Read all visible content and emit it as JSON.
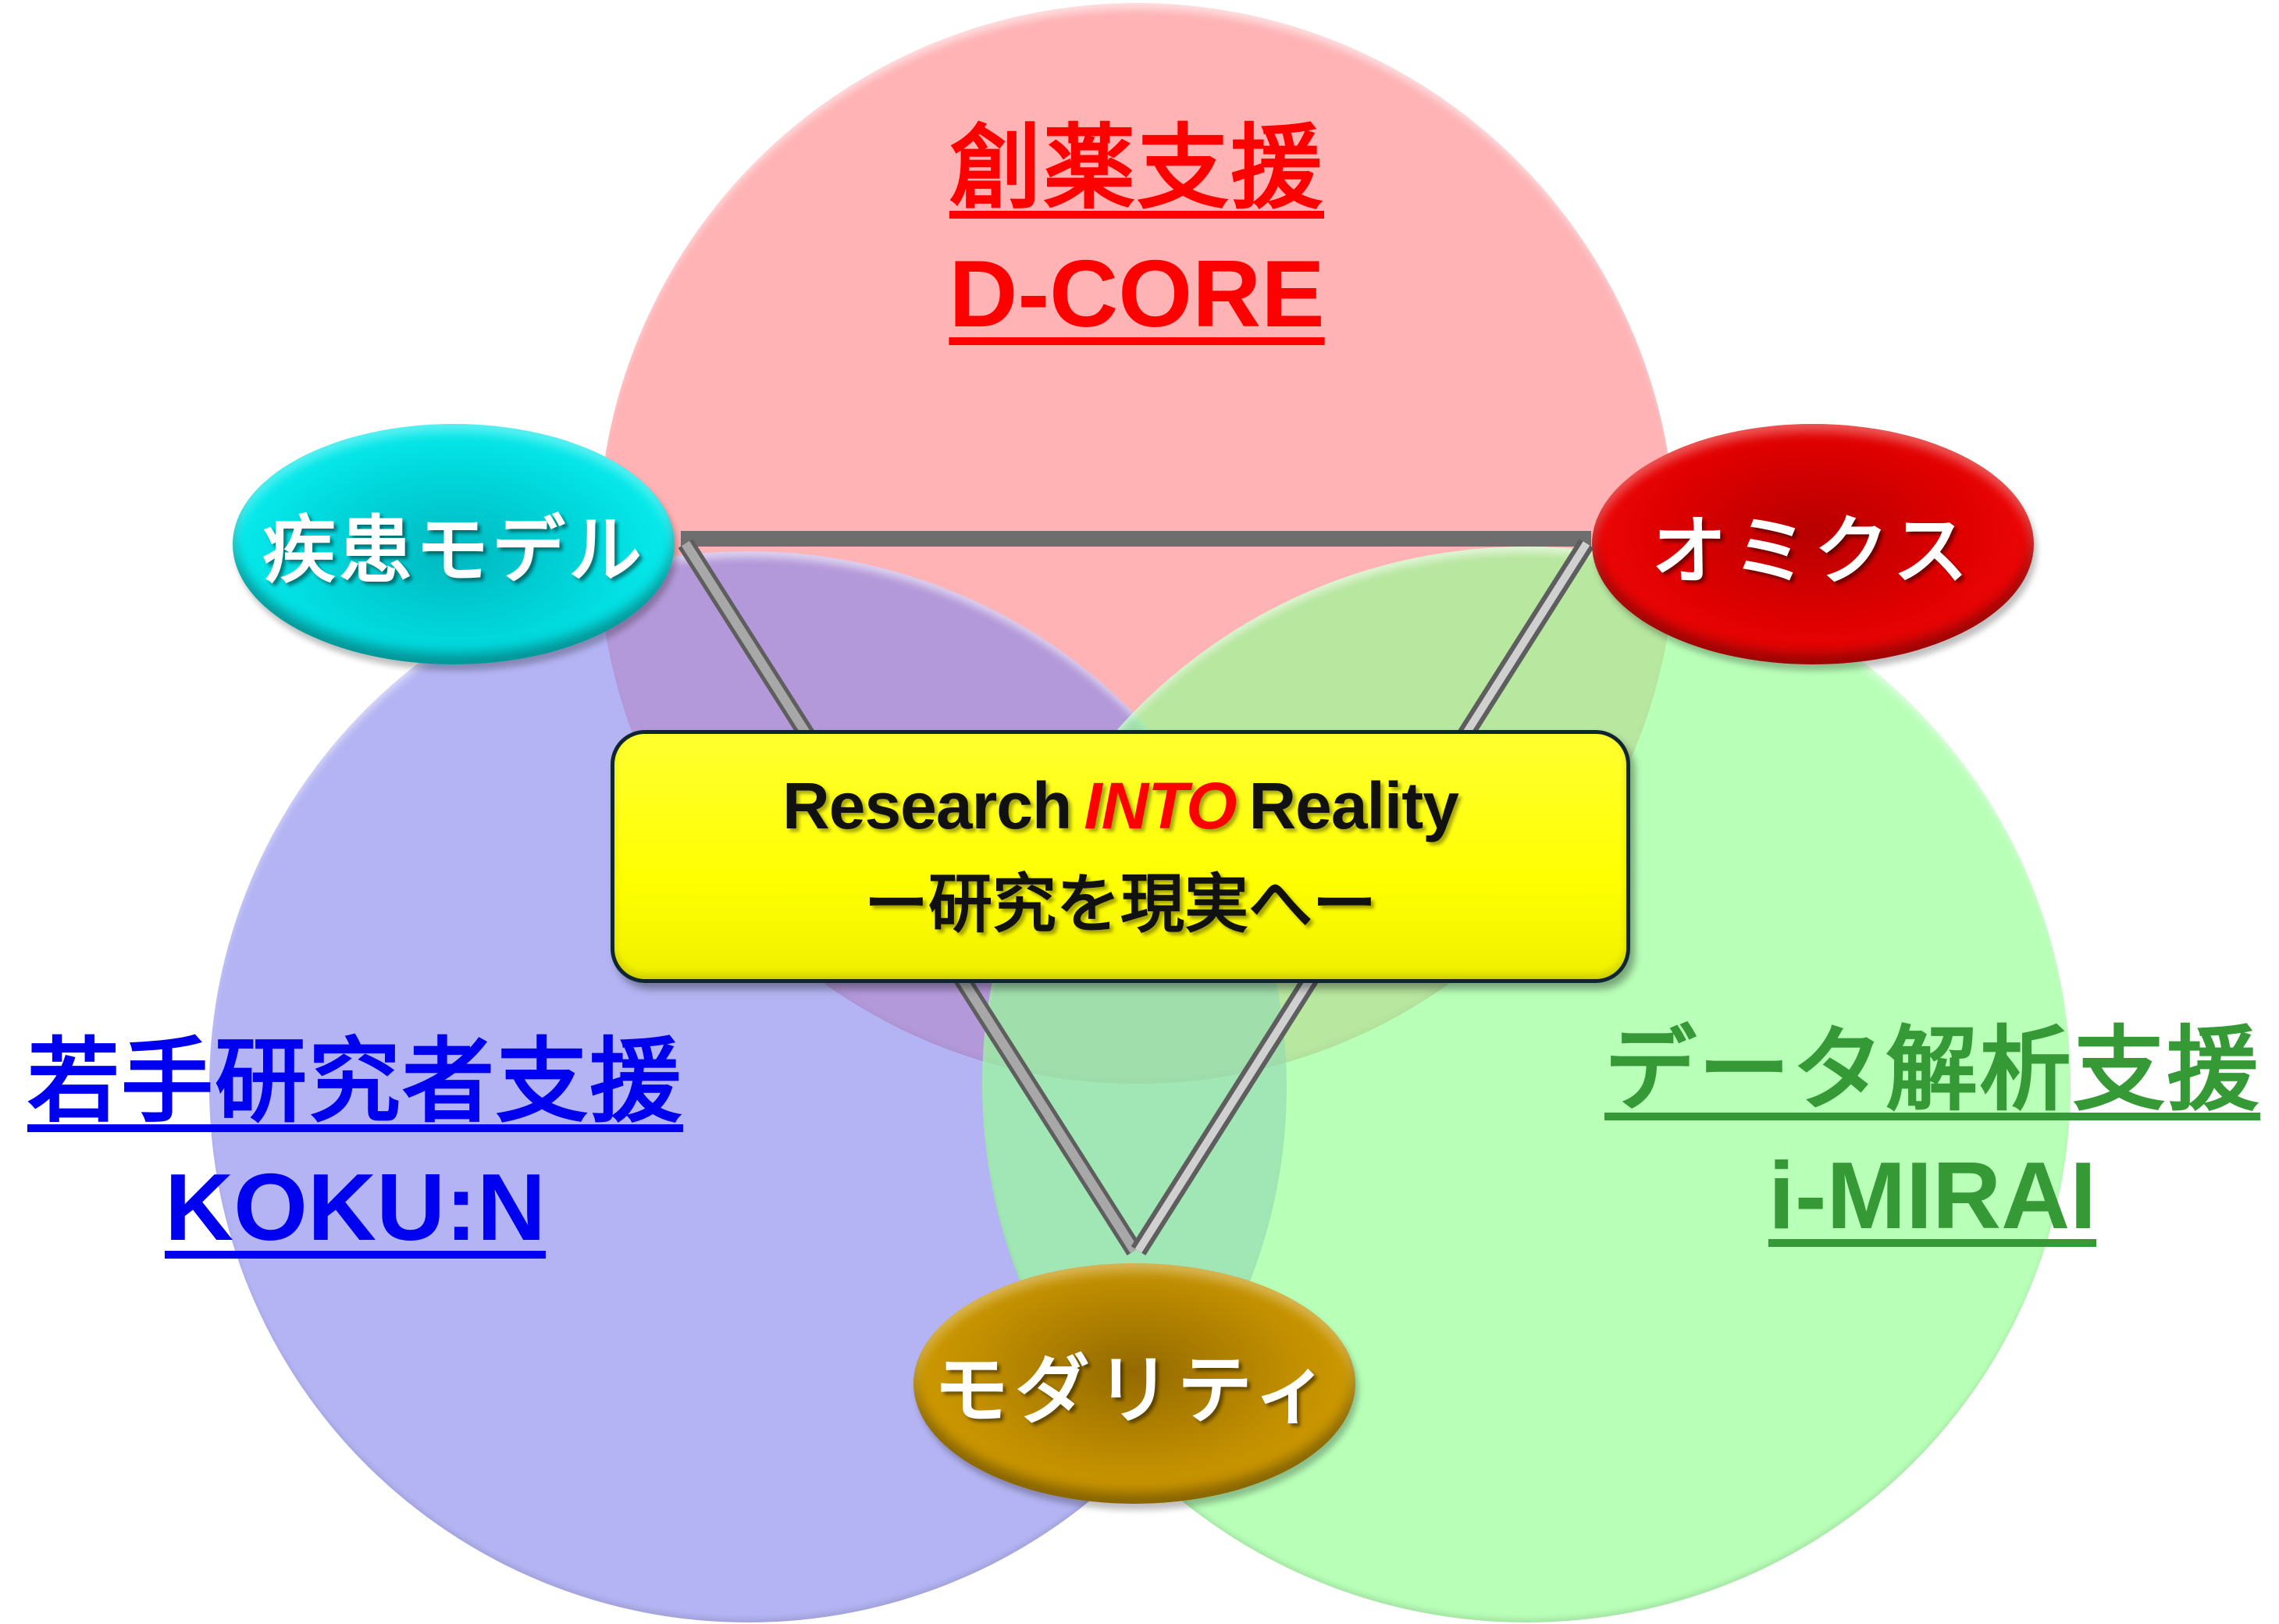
{
  "diagram": {
    "type": "venn-with-triangle",
    "circles": [
      {
        "id": "drug-discovery",
        "title_ja": "創薬支援",
        "title_en": "D-CORE",
        "color": "#ff0000",
        "fill": "#ffb6b8"
      },
      {
        "id": "young-researcher",
        "title_ja": "若手研究者支援",
        "title_en": "KOKU:N",
        "color": "#0000f0",
        "fill": "#b4b4f4"
      },
      {
        "id": "data-analysis",
        "title_ja": "データ解析支援",
        "title_en": "i-MIRAI",
        "color": "#359a35",
        "fill": "#b4ffb4"
      }
    ],
    "nodes": [
      {
        "id": "disease-model",
        "label": "疾患モデル",
        "color": "#00e0e6"
      },
      {
        "id": "omics",
        "label": "オミクス",
        "color": "#e00000"
      },
      {
        "id": "modality",
        "label": "モダリティ",
        "color": "#c08e00"
      }
    ],
    "center": {
      "line1_part1": "Research",
      "line1_emphasis": "INTO",
      "line1_part2": "Reality",
      "line2": "ー研究を現実へー",
      "fill": "#ffff00",
      "emphasis_color": "#ff0000"
    },
    "links": [
      [
        "disease-model",
        "omics"
      ],
      [
        "disease-model",
        "modality"
      ],
      [
        "omics",
        "modality"
      ]
    ]
  }
}
